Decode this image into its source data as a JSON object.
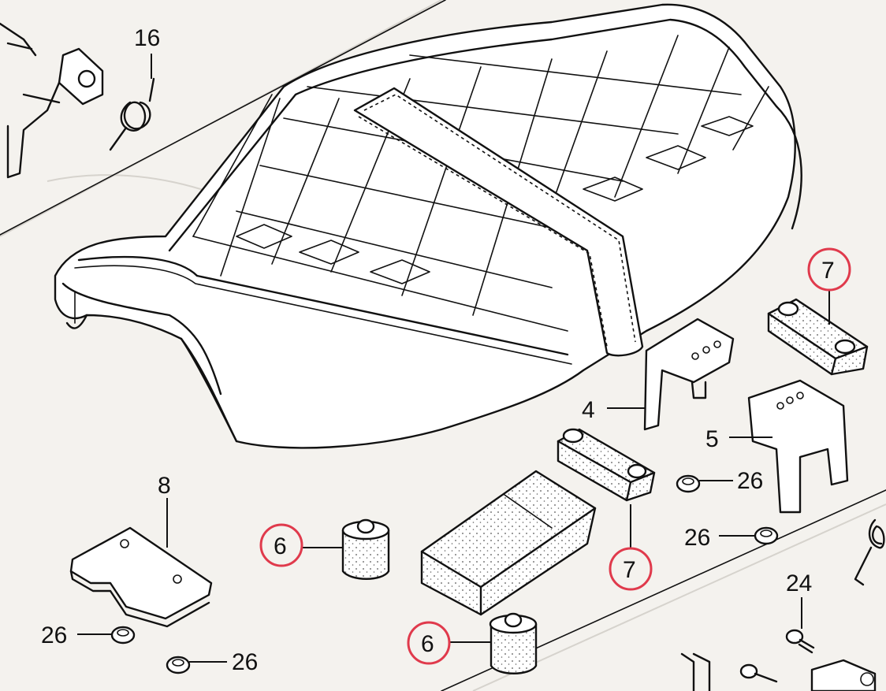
{
  "labels": {
    "spring_top": "16",
    "bracket_front": "4",
    "bracket_rear": "5",
    "plate": "8",
    "cushion_left": "6",
    "cushion_bottom": "6",
    "rubber_top_right": "7",
    "rubber_center": "7",
    "nut_right_upper": "26",
    "nut_right_lower": "26",
    "nut_left_a": "26",
    "nut_left_b": "26",
    "bolt": "24"
  },
  "highlight_color": "#e03a4c"
}
